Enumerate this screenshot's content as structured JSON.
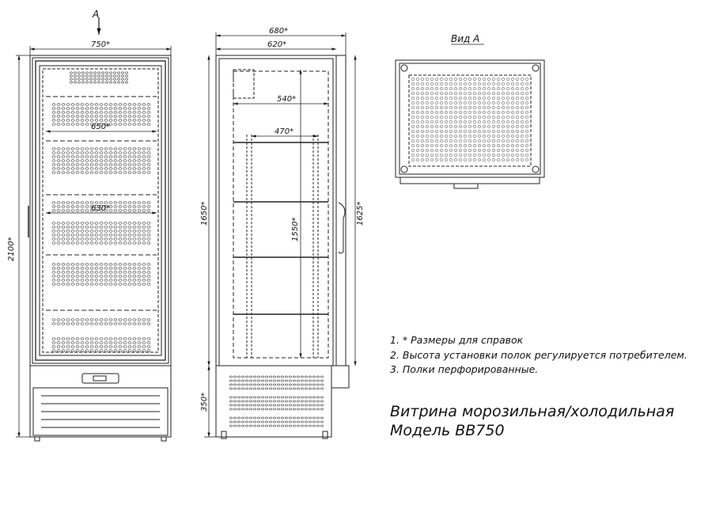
{
  "view_marker": "A",
  "front_view": {
    "width_label": "750*",
    "height_label": "2100*",
    "inner_width_label": "650*",
    "shelf_width_label": "630*"
  },
  "side_view": {
    "outer_width_label": "680*",
    "body_width_label": "620*",
    "depth_label": "540*",
    "shelf_depth_label": "470*",
    "height_label": "1650*",
    "door_height_label": "1625*",
    "shelf_span_label": "1550*",
    "base_height_label": "350*"
  },
  "view_a_label": "Вид А",
  "notes": [
    "1. * Размеры для справок",
    "2. Высота установки полок регулируется потребителем.",
    "3. Полки перфорированные."
  ],
  "title_line1": "Витрина морозильная/холодильная",
  "title_line2": "Модель ВВ750"
}
